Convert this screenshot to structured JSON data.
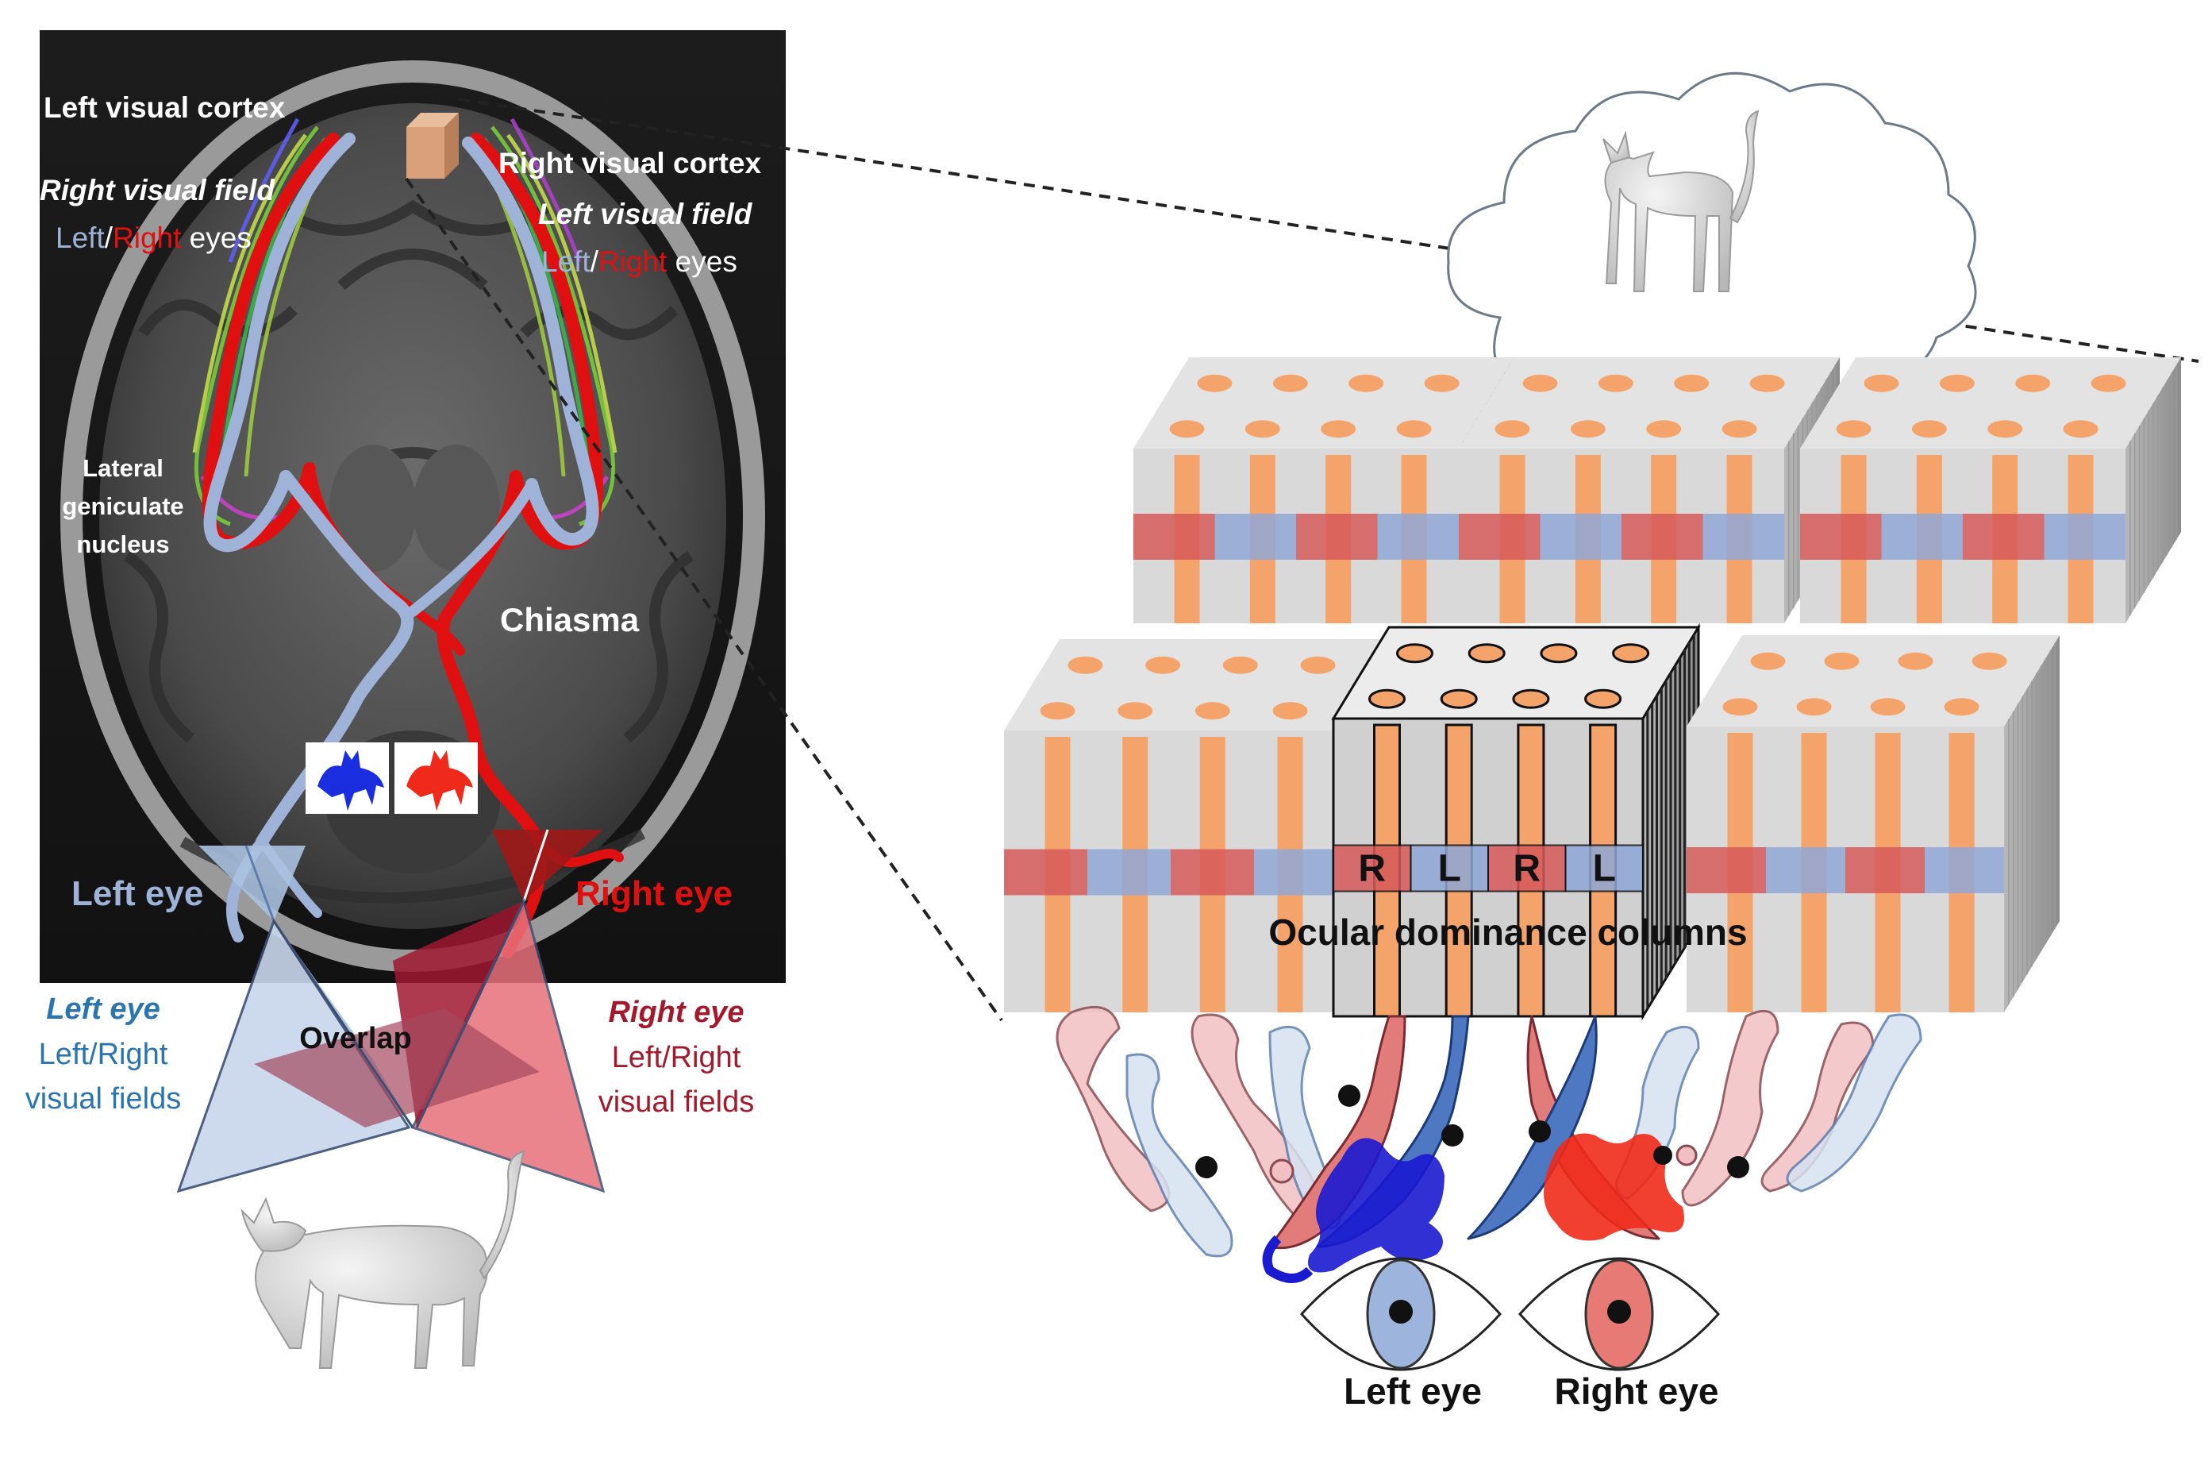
{
  "brain": {
    "left_cortex": "Left visual cortex",
    "right_field": "Right visual field",
    "right_field_eyes": {
      "left": "Left",
      "sep": "/",
      "right": "Right",
      "suffix": " eyes"
    },
    "right_cortex": "Right visual cortex",
    "left_field": "Left visual field",
    "left_field_eyes": {
      "left": "Left",
      "sep": "/",
      "right": "Right",
      "suffix": " eyes"
    },
    "lgn": [
      "Lateral",
      "geniculate",
      "nucleus"
    ],
    "chiasma": "Chiasma",
    "left_eye": "Left eye",
    "right_eye": "Right eye"
  },
  "fields": {
    "left_title": "Left eye",
    "left_sub": [
      "Left/Right",
      "visual fields"
    ],
    "right_title": "Right eye",
    "right_sub": [
      "Left/Right",
      "visual fields"
    ],
    "overlap": "Overlap"
  },
  "columns": {
    "letters": [
      "R",
      "L",
      "R",
      "L"
    ],
    "title": "Ocular dominance columns",
    "left_eye": "Left eye",
    "right_eye": "Right eye"
  },
  "colors": {
    "left_eye_blue": "#9db4dc",
    "right_eye_red": "#e01010",
    "cube_gray": "#d9d9d9",
    "column_orange": "#f4a46a",
    "field_blue": "#c8d6ec",
    "field_red": "#e8707a"
  }
}
